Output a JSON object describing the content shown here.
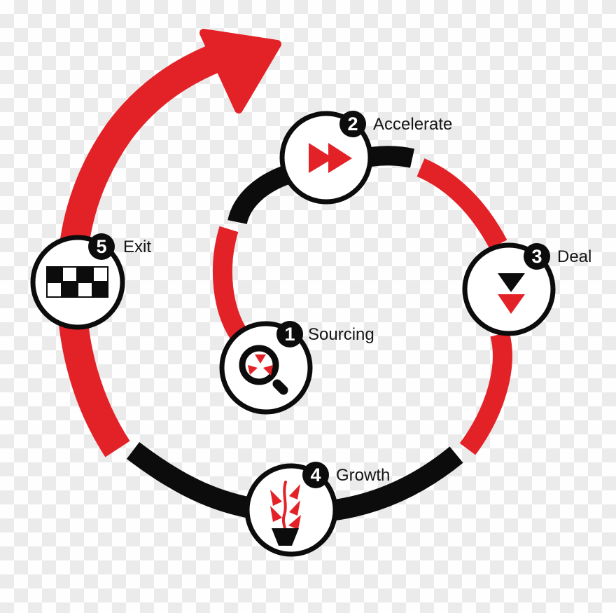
{
  "colors": {
    "red": "#e32228",
    "black": "#0c0c0c",
    "checker_light": "#fefefe",
    "checker_gray": "#ebebeb",
    "node_fill": "#ffffff",
    "badge_fill": "#0c0c0c",
    "badge_text": "#ffffff",
    "label_text": "#151515"
  },
  "diagram": {
    "type": "circular-spiral-process",
    "direction": "clockwise",
    "exit_arrow": "red-curved-arrow-pointing-up-right"
  },
  "nodes": [
    {
      "number": "1",
      "label": "Sourcing",
      "icon": "magnifier-icon"
    },
    {
      "number": "2",
      "label": "Accelerate",
      "icon": "fast-forward-icon"
    },
    {
      "number": "3",
      "label": "Deal",
      "icon": "double-down-arrows-icon"
    },
    {
      "number": "4",
      "label": "Growth",
      "icon": "growing-plant-icon"
    },
    {
      "number": "5",
      "label": "Exit",
      "icon": "checkered-flag-icon"
    }
  ]
}
